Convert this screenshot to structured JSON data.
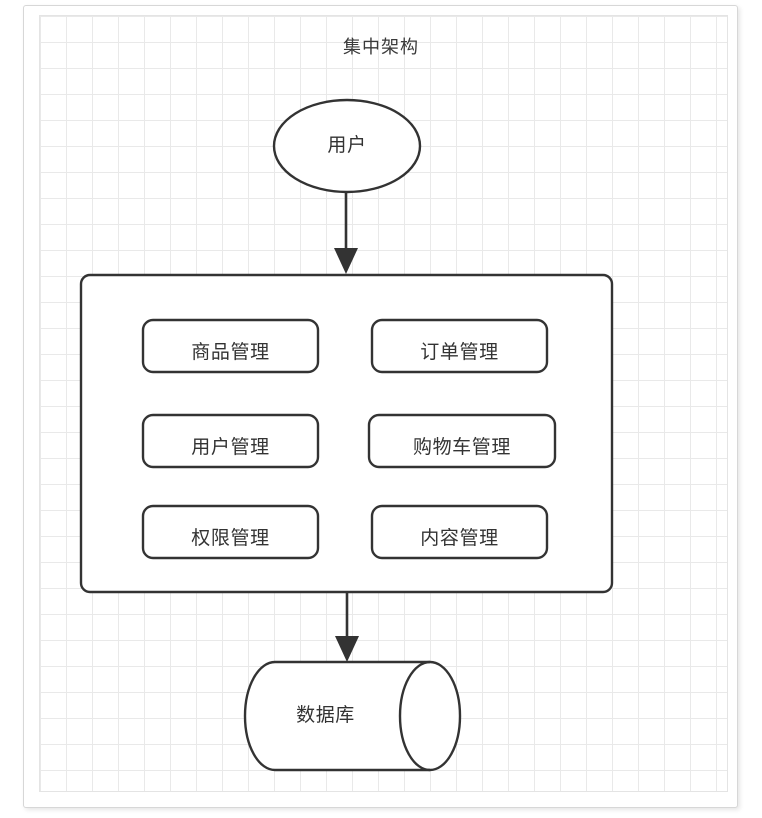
{
  "diagram": {
    "title": "集中架构",
    "user_node": {
      "label": "用户",
      "shape": "ellipse"
    },
    "database_node": {
      "label": "数据库",
      "shape": "cylinder"
    },
    "container": {
      "shape": "rounded-rectangle"
    },
    "services": [
      {
        "label": "商品管理",
        "column": "left",
        "row": 1
      },
      {
        "label": "订单管理",
        "column": "right",
        "row": 1
      },
      {
        "label": "用户管理",
        "column": "left",
        "row": 2
      },
      {
        "label": "购物车管理",
        "column": "right",
        "row": 2
      },
      {
        "label": "权限管理",
        "column": "left",
        "row": 3
      },
      {
        "label": "内容管理",
        "column": "right",
        "row": 3
      }
    ],
    "connectors": [
      {
        "from": "用户",
        "to": "container",
        "style": "solid-arrow-down"
      },
      {
        "from": "container",
        "to": "数据库",
        "style": "solid-arrow-down"
      }
    ],
    "colors": {
      "stroke": "#333333",
      "fill": "#ffffff",
      "grid": "#e9e9e9",
      "card_border": "#d7d7d7",
      "text": "#333333"
    }
  }
}
